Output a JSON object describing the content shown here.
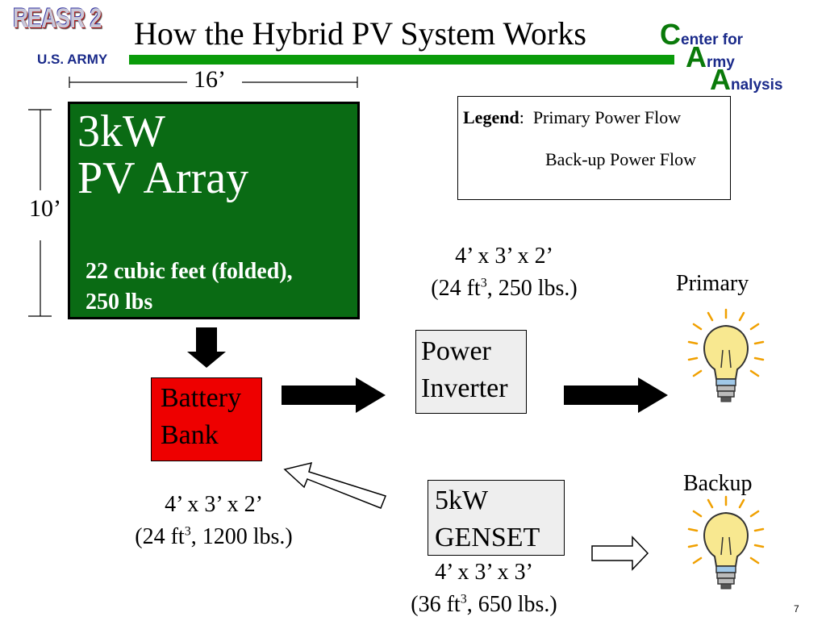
{
  "header": {
    "logo_left_text": "REASR 2",
    "logo_left_subtext": "U.S. ARMY",
    "title": "How the Hybrid PV System Works",
    "logo_right": {
      "c": "C",
      "c_rest": "enter for",
      "a1": "A",
      "a1_rest": "rmy",
      "a2": "A",
      "a2_rest": "nalysis"
    }
  },
  "pv_array": {
    "title_line1": "3kW",
    "title_line2": "PV Array",
    "detail_line1": "22 cubic feet (folded),",
    "detail_line2": "250 lbs",
    "width_label": "16’",
    "height_label": "10’"
  },
  "legend": {
    "label": "Legend",
    "primary": "Primary Power Flow",
    "backup": "Back-up Power Flow"
  },
  "battery": {
    "line1": "Battery",
    "line2": "Bank",
    "spec_dims": "4’ x 3’ x 2’",
    "spec_vol_open": "(24 ft",
    "spec_vol_exp": "3",
    "spec_vol_rest": ", 1200 lbs.)"
  },
  "inverter": {
    "line1": "Power",
    "line2": "Inverter",
    "spec_dims": "4’ x 3’ x 2’",
    "spec_vol_open": "(24 ft",
    "spec_vol_exp": "3",
    "spec_vol_rest": ", 250 lbs.)"
  },
  "genset": {
    "line1": "5kW",
    "line2": "GENSET",
    "spec_dims": "4’ x 3’ x 3’",
    "spec_vol_open": "(36 ft",
    "spec_vol_exp": "3",
    "spec_vol_rest": ", 650 lbs.)"
  },
  "loads": {
    "primary_label": "Primary",
    "backup_label": "Backup"
  },
  "page_number": "7",
  "colors": {
    "title_rule": "#0a9b0a",
    "pv_array": "#0a6b14",
    "battery": "#ee0000",
    "equipment_box": "#eeeeee",
    "primary_arrow": "#000000",
    "backup_arrow": "#ffffff",
    "bulb_glass": "#f8e890",
    "bulb_rays": "#f0a000"
  }
}
